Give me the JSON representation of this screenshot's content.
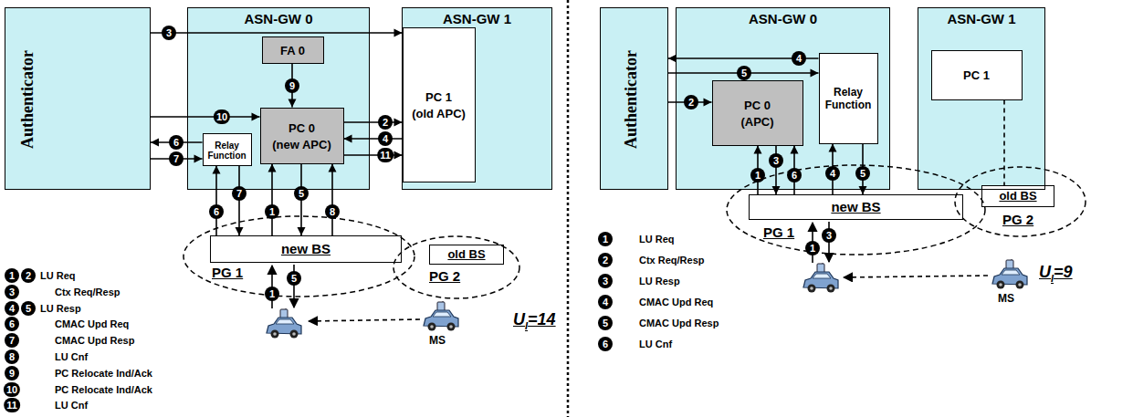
{
  "diagram": {
    "nodes": [
      {
        "text": [
          "Authenticator"
        ]
      },
      {
        "text": [
          "ASN-GW 0"
        ]
      },
      {
        "text": [
          "FA 0"
        ],
        "in": 1
      },
      {
        "text": [
          "Relay Function"
        ],
        "in": 1
      },
      {
        "text": [
          "PC 0",
          "(new APC)"
        ],
        "in": 1
      },
      {
        "text": [
          "ASN-GW 1"
        ]
      },
      {
        "text": [
          "PC 1",
          "(old APC)"
        ],
        "in": 5
      },
      {
        "text": [
          "PG 1"
        ]
      },
      {
        "text": [
          "new BS"
        ],
        "in": 7
      },
      {
        "text": [
          "PG 2"
        ]
      },
      {
        "text": [
          "old BS"
        ],
        "in": 9
      },
      {
        "text": [
          "Authenticator"
        ]
      },
      {
        "text": [
          "ASN-GW 0"
        ]
      },
      {
        "text": [
          "PC 0",
          "(APC)"
        ],
        "in": 12
      },
      {
        "text": [
          "Relay Function"
        ],
        "in": 12
      },
      {
        "text": [
          "ASN-GW 1"
        ]
      },
      {
        "text": [
          "PC 1"
        ],
        "in": 15
      },
      {
        "text": [
          "PG 1"
        ]
      },
      {
        "text": [
          "new BS"
        ],
        "in": 17
      },
      {
        "text": [
          "PG 2"
        ]
      },
      {
        "text": [
          "old BS"
        ],
        "in": 19
      }
    ],
    "edges": [
      {
        "from": 0,
        "to": 6,
        "arrow": "to",
        "label": "3"
      },
      {
        "from": 0,
        "to": 4,
        "arrow": "to",
        "label": "10"
      },
      {
        "from": 3,
        "to": 0,
        "arrow": "to",
        "label": "6"
      },
      {
        "from": 0,
        "to": 3,
        "arrow": "to",
        "label": "7"
      },
      {
        "from": 2,
        "to": 4,
        "arrow": "to",
        "label": "9"
      },
      {
        "from": 4,
        "to": 6,
        "arrow": "to",
        "label": "2"
      },
      {
        "from": 6,
        "to": 4,
        "arrow": "to",
        "label": "4"
      },
      {
        "from": 4,
        "to": 6,
        "arrow": "to",
        "label": "11"
      },
      {
        "from": 8,
        "to": 3,
        "arrow": "to",
        "label": "6"
      },
      {
        "from": 3,
        "to": 8,
        "arrow": "to",
        "label": "7"
      },
      {
        "from": 8,
        "to": 4,
        "arrow": "to",
        "label": "1"
      },
      {
        "from": 4,
        "to": 8,
        "arrow": "to",
        "label": "5"
      },
      {
        "from": 8,
        "to": 4,
        "arrow": "to",
        "label": "8"
      },
      {
        "from": 11,
        "to": 13,
        "arrow": "to",
        "label": "2"
      },
      {
        "from": 14,
        "to": 11,
        "arrow": "to",
        "label": "4"
      },
      {
        "from": 11,
        "to": 14,
        "arrow": "to",
        "label": "5"
      },
      {
        "from": 18,
        "to": 13,
        "arrow": "to",
        "label": "1"
      },
      {
        "from": 13,
        "to": 18,
        "arrow": "to",
        "label": "3"
      },
      {
        "from": 18,
        "to": 13,
        "arrow": "to",
        "label": "6"
      },
      {
        "from": 18,
        "to": 14,
        "arrow": "to",
        "label": "4"
      },
      {
        "from": 14,
        "to": 18,
        "arrow": "to",
        "label": "5"
      },
      {
        "from": 16,
        "to": 20,
        "arrow": "none"
      }
    ],
    "labels": [
      "1",
      "5",
      "1",
      "2",
      "3",
      "4",
      "5",
      "6",
      "7",
      "8",
      "9",
      "10",
      "11",
      "MS",
      "U",
      "I",
      "=14",
      "1",
      "3",
      "1",
      "2",
      "3",
      "4",
      "5",
      "6",
      "MS",
      "U",
      "I",
      "=9"
    ],
    "legend": [
      {
        "text": "LU Req"
      },
      {
        "text": "Ctx Req/Resp"
      },
      {
        "text": "LU Resp"
      },
      {
        "text": "CMAC Upd Req"
      },
      {
        "text": "CMAC Upd Resp"
      },
      {
        "text": "LU Cnf"
      },
      {
        "text": "PC Relocate Ind/Ack"
      },
      {
        "text": "PC Relocate Ind/Ack"
      },
      {
        "text": "LU Cnf"
      },
      {
        "text": "LU Req"
      },
      {
        "text": "Ctx Req/Resp"
      },
      {
        "text": "LU Resp"
      },
      {
        "text": "CMAC Upd Req"
      },
      {
        "text": "CMAC Upd Resp"
      },
      {
        "text": "LU Cnf"
      }
    ]
  }
}
